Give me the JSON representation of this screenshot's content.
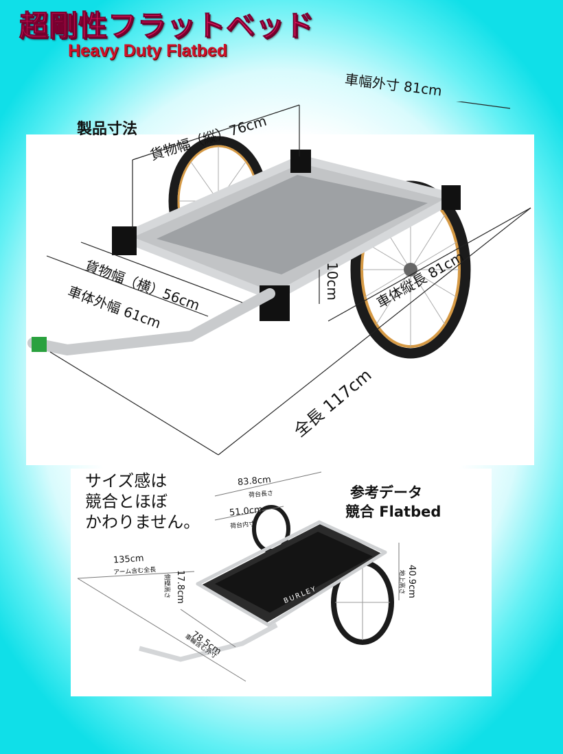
{
  "title": {
    "jp": "超剛性フラットベッド",
    "en": "Heavy Duty Flatbed"
  },
  "top": {
    "heading": "製品寸法",
    "dims": {
      "vehicle_width_outer": "車幅外寸 81cm",
      "cargo_width_vertical": "貨物幅（縦）76cm",
      "cargo_width_horizontal": "貨物幅（横）56cm",
      "body_outer_width": "車体外幅 61cm",
      "height": "10cm",
      "body_length": "車体縦長 81cm",
      "overall_length": "全長 117cm"
    }
  },
  "bottom": {
    "note": "サイズ感は\n競合とほぼ\nかわりません。",
    "heading_line1": "参考データ",
    "heading_line2": "競合 Flatbed",
    "dims": {
      "bed_length_val": "83.8cm",
      "bed_length_cap": "荷台長さ",
      "bed_inner_val": "51.0cm",
      "bed_inner_cap": "荷台内寸",
      "overall_val": "135cm",
      "overall_cap": "アーム含む全長",
      "side_height_val": "17.8cm",
      "side_height_cap": "側壁高さ",
      "wheel_width_val": "78.5cm",
      "wheel_width_cap": "車輪含む外寸",
      "ground_height_val": "40.9cm",
      "ground_height_cap": "地上高さ"
    },
    "brand": "BURLEY"
  },
  "colors": {
    "title_pink": "#e8175d",
    "title_red": "#d0122a",
    "frame": "#000000",
    "tire": "#d69a45"
  }
}
